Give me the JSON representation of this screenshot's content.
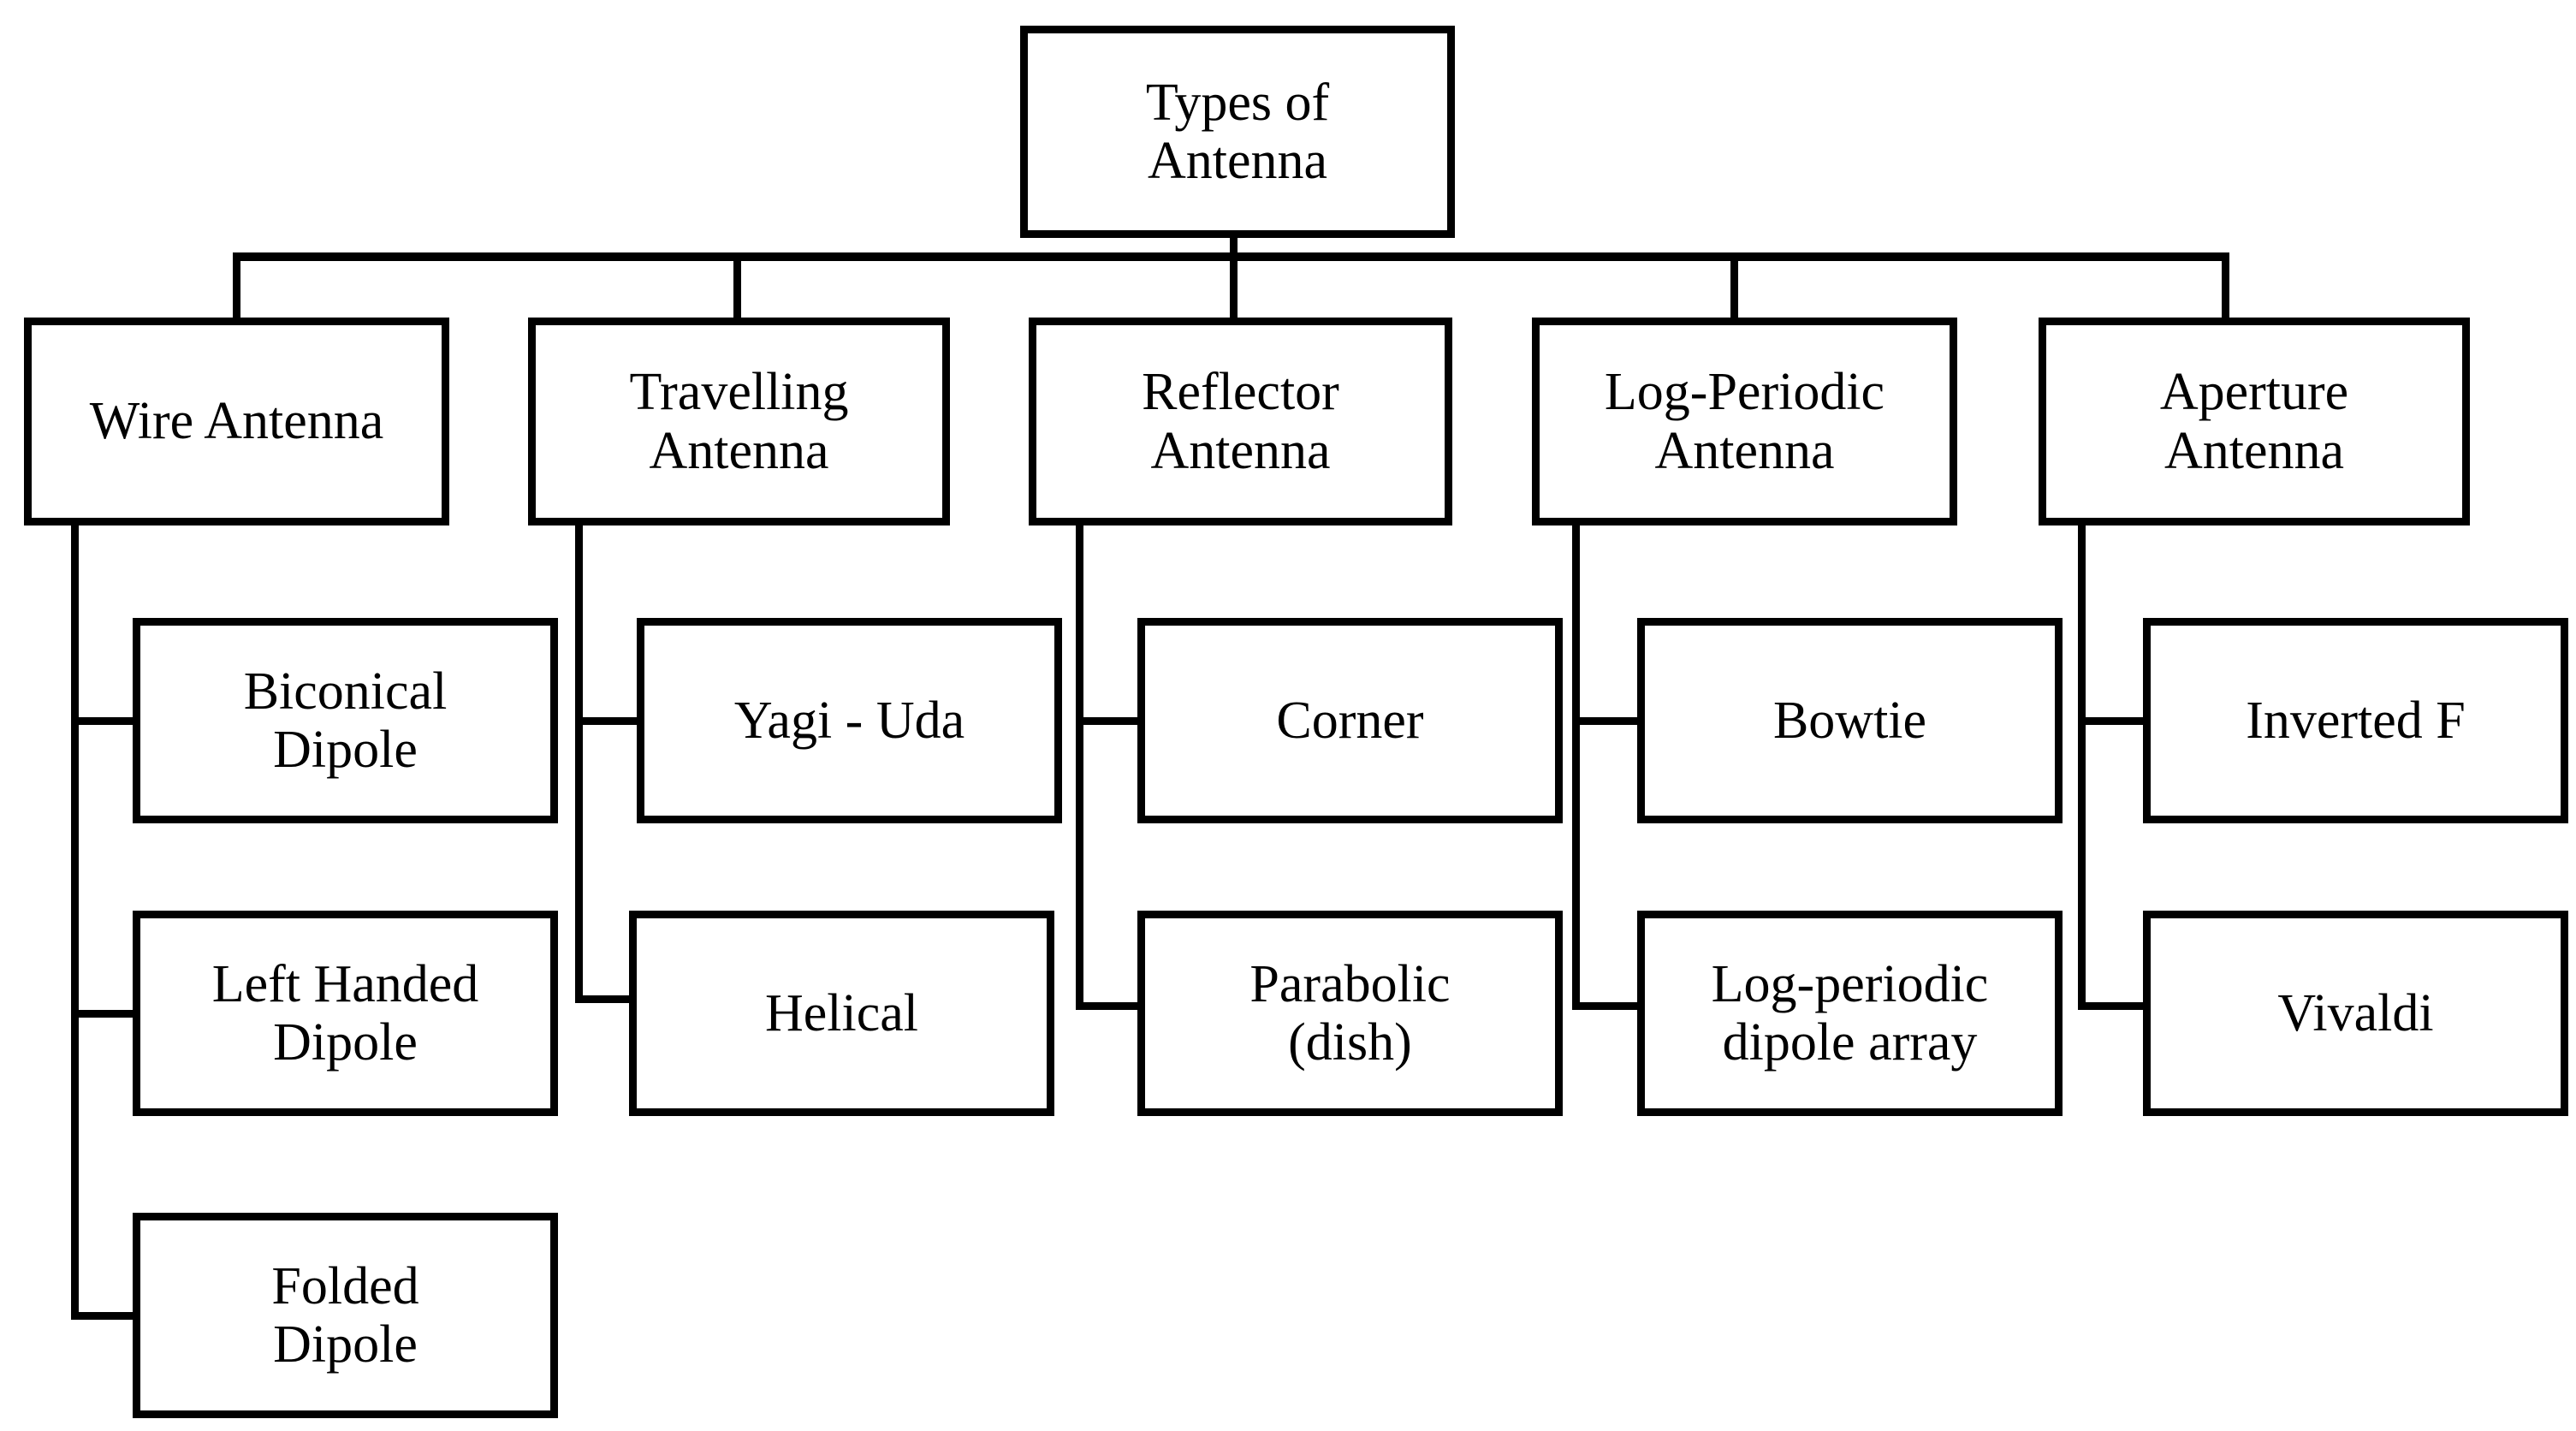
{
  "diagram": {
    "title": "Types of Antenna",
    "type": "hierarchy-tree",
    "orientation": "top-down",
    "colors": {
      "background": "#ffffff",
      "box_border": "#000000",
      "box_fill": "#ffffff",
      "text": "#000000",
      "connector": "#000000"
    },
    "root": {
      "label": "Types of\nAntenna",
      "name": "types-of-antenna"
    },
    "categories": [
      {
        "name": "wire-antenna",
        "label": "Wire Antenna",
        "children": [
          {
            "name": "biconical-dipole",
            "label": "Biconical\nDipole"
          },
          {
            "name": "left-handed-dipole",
            "label": "Left Handed\nDipole"
          },
          {
            "name": "folded-dipole",
            "label": "Folded\nDipole"
          }
        ]
      },
      {
        "name": "travelling-antenna",
        "label": "Travelling\nAntenna",
        "children": [
          {
            "name": "yagi-uda",
            "label": "Yagi - Uda"
          },
          {
            "name": "helical",
            "label": "Helical"
          }
        ]
      },
      {
        "name": "reflector-antenna",
        "label": "Reflector\nAntenna",
        "children": [
          {
            "name": "corner",
            "label": "Corner"
          },
          {
            "name": "parabolic-dish",
            "label": "Parabolic\n(dish)"
          }
        ]
      },
      {
        "name": "log-periodic-antenna",
        "label": "Log-Periodic\nAntenna",
        "children": [
          {
            "name": "bowtie",
            "label": "Bowtie"
          },
          {
            "name": "log-periodic-dipole-array",
            "label": "Log-periodic\ndipole array"
          }
        ]
      },
      {
        "name": "aperture-antenna",
        "label": "Aperture\nAntenna",
        "children": [
          {
            "name": "inverted-f",
            "label": "Inverted F"
          },
          {
            "name": "vivaldi",
            "label": "Vivaldi"
          }
        ]
      }
    ]
  }
}
